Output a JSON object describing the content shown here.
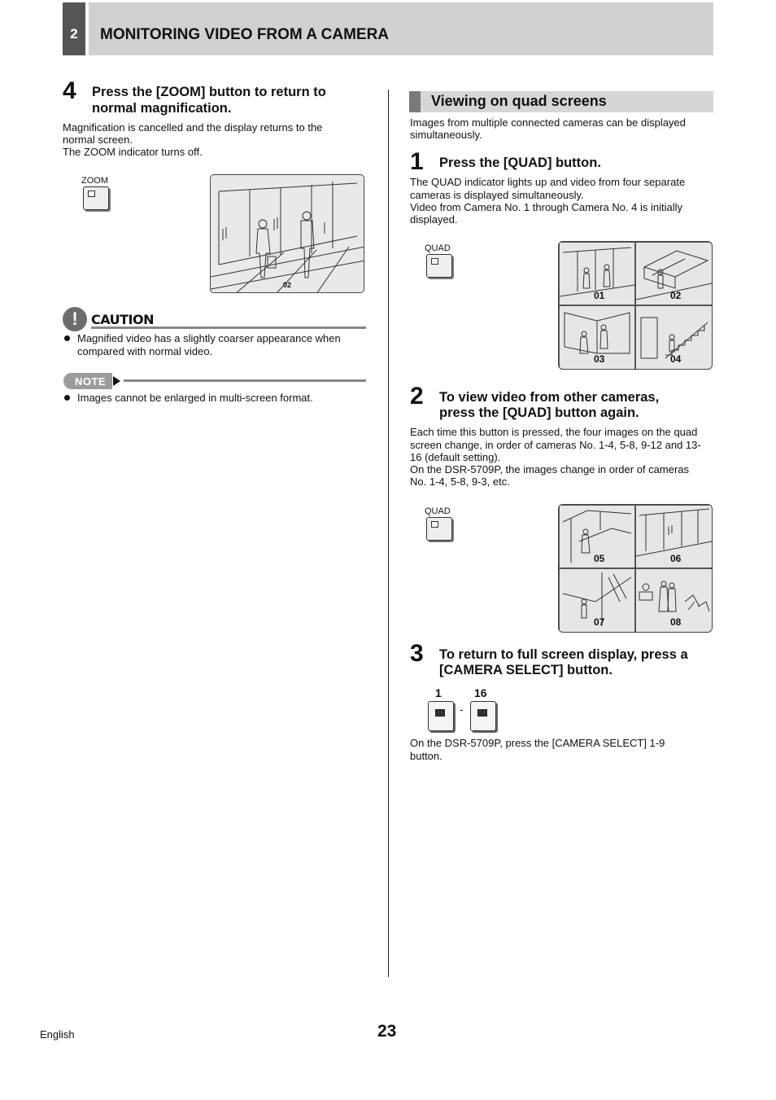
{
  "header": {
    "chapter_number": "2",
    "chapter_title": "MONITORING VIDEO FROM A CAMERA"
  },
  "left": {
    "step4": {
      "number": "4",
      "title_line1": "Press the [ZOOM] button to return to",
      "title_line2": "normal magnification.",
      "body_line1": "Magnification is cancelled and the display returns to the",
      "body_line2": "normal screen.",
      "body_line3": "The ZOOM indicator turns off.",
      "button_label": "ZOOM",
      "screen_camera_number": "02"
    },
    "caution": {
      "label": "CAUTION",
      "item_line1": "Magnified video has a slightly coarser appearance when",
      "item_line2": "compared with normal video."
    },
    "note": {
      "label": "NOTE",
      "item": "Images cannot be enlarged in multi-screen format."
    }
  },
  "right": {
    "section_title": "Viewing on quad screens",
    "intro_line1": "Images from multiple connected cameras can be displayed",
    "intro_line2": "simultaneously.",
    "step1": {
      "number": "1",
      "title": "Press the [QUAD] button.",
      "body_line1": "The QUAD indicator lights up and video from four separate",
      "body_line2": "cameras is displayed simultaneously.",
      "body_line3": "Video from Camera No. 1 through Camera No. 4 is initially",
      "body_line4": "displayed.",
      "button_label": "QUAD",
      "cells": [
        "01",
        "02",
        "03",
        "04"
      ]
    },
    "step2": {
      "number": "2",
      "title_line1": "To view video from other cameras,",
      "title_line2": "press the [QUAD] button again.",
      "body_line1": "Each time this button is pressed, the four images on the quad",
      "body_line2": "screen change, in order of cameras No. 1-4, 5-8, 9-12 and 13-",
      "body_line3": "16 (default setting).",
      "body_line4": "On the DSR-5709P, the images change in order of cameras",
      "body_line5": "No. 1-4, 5-8, 9-3, etc.",
      "button_label": "QUAD",
      "cells": [
        "05",
        "06",
        "07",
        "08"
      ]
    },
    "step3": {
      "number": "3",
      "title_line1": "To return to full screen display, press a",
      "title_line2": "[CAMERA SELECT] button.",
      "button_first": "1",
      "range_dash": "-",
      "button_last": "16",
      "body_line1": "On the DSR-5709P, press the [CAMERA SELECT] 1-9",
      "body_line2": "button."
    }
  },
  "footer": {
    "language": "English",
    "page_number": "23"
  }
}
